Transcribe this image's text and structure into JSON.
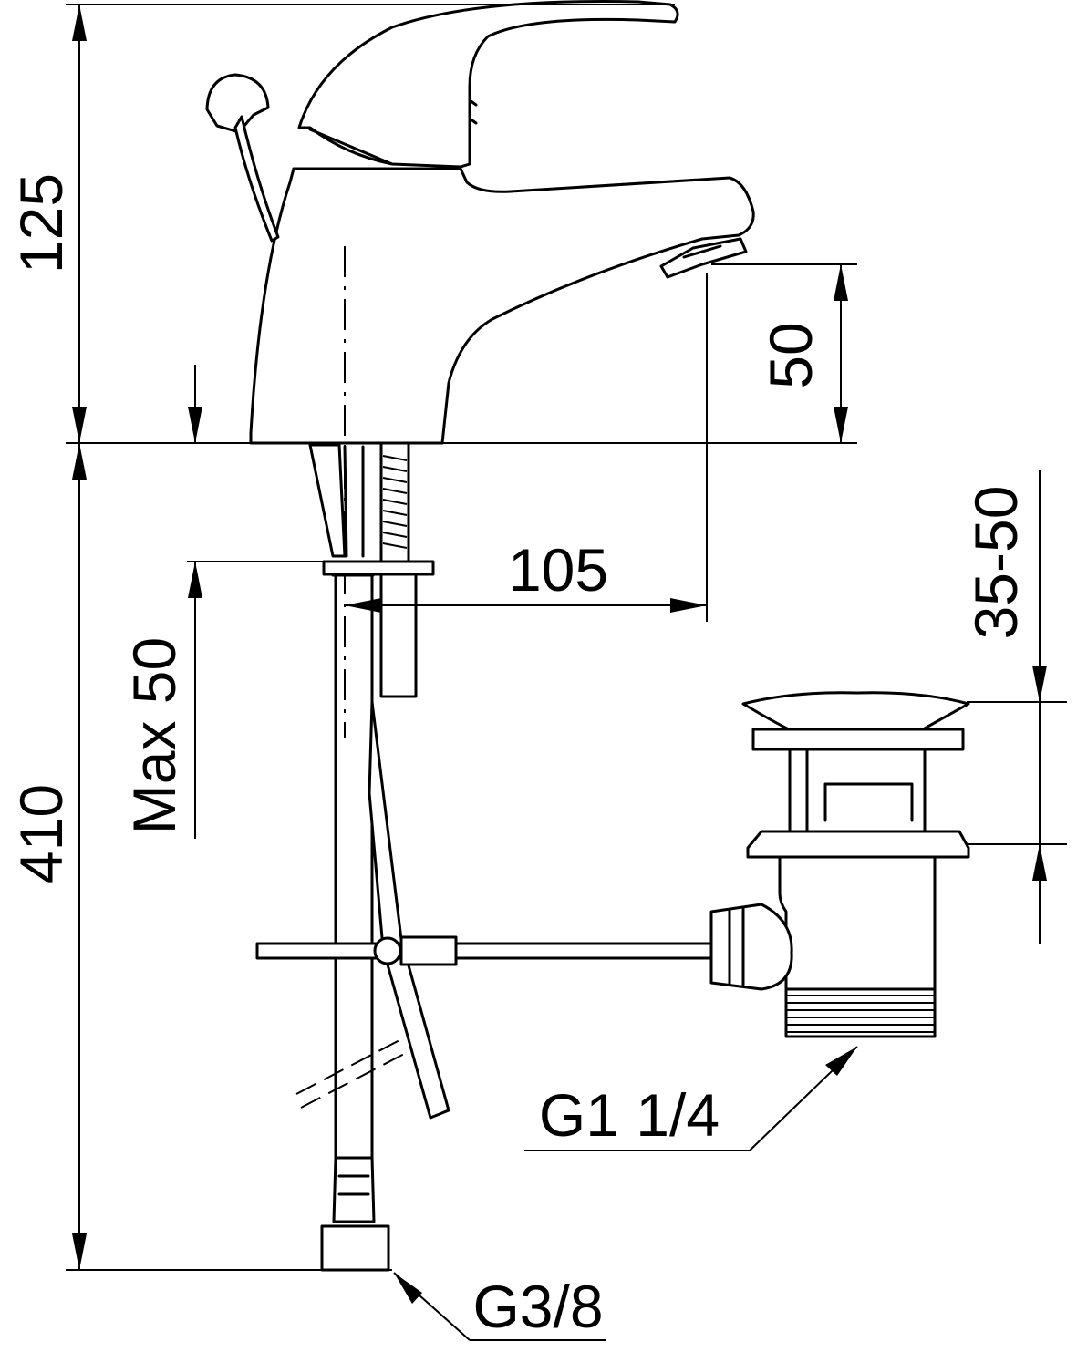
{
  "dimensions": {
    "faucet_height": "125",
    "spout_height": "50",
    "total_length": "410",
    "spout_reach": "105",
    "max_thickness": "Max 50",
    "drain_range": "35-50"
  },
  "threads": {
    "drain": "G1 1/4",
    "supply": "G3/8"
  }
}
